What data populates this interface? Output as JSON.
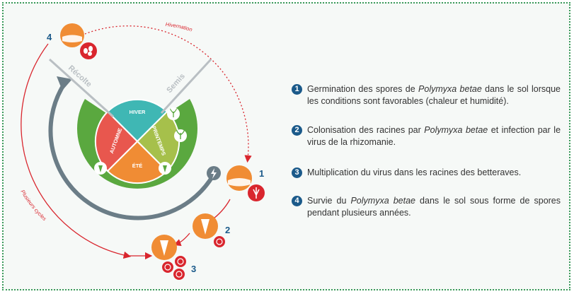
{
  "wheel": {
    "quadrants": [
      {
        "key": "winter",
        "label": "HIVER",
        "color": "#3fb7b4"
      },
      {
        "key": "spring",
        "label": "PRINTEMPS",
        "color": "#a6c04b"
      },
      {
        "key": "summer",
        "label": "ÉTÉ",
        "color": "#f08c34"
      },
      {
        "key": "autumn",
        "label": "AUTOMNE",
        "color": "#e8574e"
      }
    ],
    "ring_color": "#5aa83f",
    "arms": {
      "left": "Récolte",
      "right": "Semis"
    }
  },
  "cycle": {
    "hivernation": "Hivernation",
    "plusieurs_cycles": "Plusieurs cycles",
    "arrow_red": "#d9262e",
    "arrow_gray": "#6b7d87"
  },
  "markers": [
    {
      "num": "1",
      "icon": "root-icon"
    },
    {
      "num": "2",
      "icon": "infection-icon"
    },
    {
      "num": "3",
      "icon": "virus-icon"
    },
    {
      "num": "4",
      "icon": "spores-icon"
    }
  ],
  "steps": [
    {
      "num": "1",
      "pre": "Germination des spores de ",
      "em": "Polymyxa betae",
      "post": " dans le sol lorsque les conditions sont favorables (chaleur et humidité)."
    },
    {
      "num": "2",
      "pre": "Colonisation des racines par ",
      "em": "Polymyxa betae",
      "post": " et infection par le virus de la rhizomanie."
    },
    {
      "num": "3",
      "pre": "Multiplication du virus dans les racines des betteraves.",
      "em": "",
      "post": ""
    },
    {
      "num": "4",
      "pre": "Survie du ",
      "em": "Polymyxa betae",
      "post": " dans le sol sous forme de spores pendant plusieurs années."
    }
  ]
}
